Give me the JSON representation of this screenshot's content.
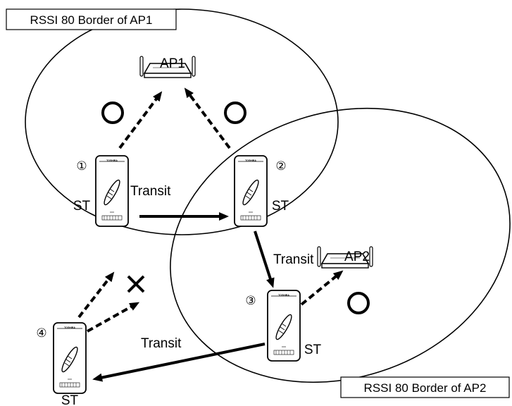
{
  "borders": {
    "ap1": "RSSI 80 Border of AP1",
    "ap2": "RSSI 80 Border of AP2"
  },
  "access_points": {
    "ap1": "AP1",
    "ap2": "AP2"
  },
  "stations": [
    {
      "number": "①",
      "label": "ST",
      "brand": "TOSHIBA"
    },
    {
      "number": "②",
      "label": "ST",
      "brand": "TOSHIBA"
    },
    {
      "number": "③",
      "label": "ST",
      "brand": "TOSHIBA"
    },
    {
      "number": "④",
      "label": "ST",
      "brand": "TOSHIBA"
    }
  ],
  "transitions": {
    "st1_to_st2": "Transit",
    "st2_to_st3": "Transit",
    "st3_to_st4": "Transit"
  },
  "marks": {
    "ok": "○",
    "ng": "×"
  }
}
